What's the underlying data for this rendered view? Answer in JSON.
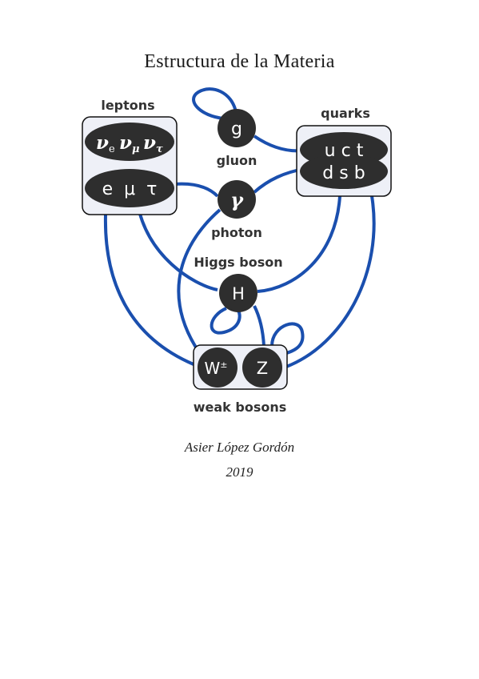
{
  "title": "Estructura de la Materia",
  "labels": {
    "leptons": "leptons",
    "quarks": "quarks",
    "gluon": "gluon",
    "photon": "photon",
    "higgs": "Higgs boson",
    "weak": "weak bosons"
  },
  "particles": {
    "gluon": "g",
    "photon": "γ",
    "higgs": "H",
    "w": "W",
    "w_sup": "±",
    "z": "Z",
    "nu": "ν",
    "sub_e": "e",
    "sub_mu": "μ",
    "sub_tau": "τ",
    "charged_leptons": "e  μ  τ",
    "quarks_top": "u c t",
    "quarks_bottom": "d s b"
  },
  "author": "Asier López Gordón",
  "year": "2019",
  "colors": {
    "line": "#1a4fae",
    "node": "#2e2e2e",
    "box_fill": "#eef0f7",
    "box_stroke": "#111111",
    "label": "#333333"
  }
}
